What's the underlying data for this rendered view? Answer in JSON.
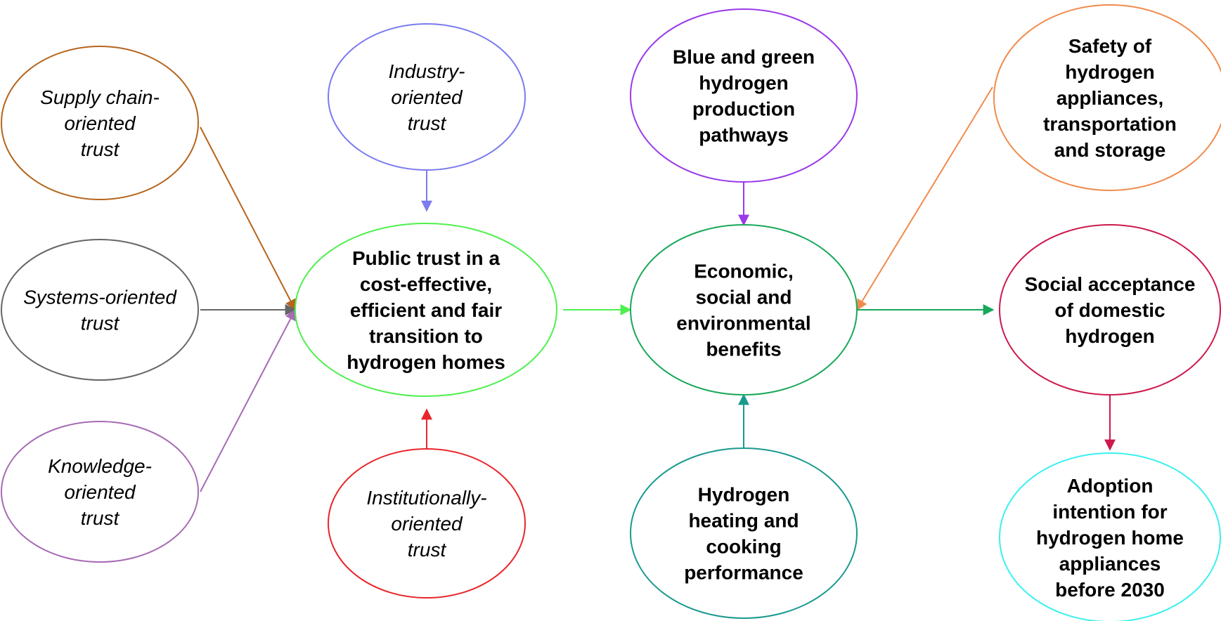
{
  "nodes": [
    {
      "id": "supply_chain",
      "lines": [
        "Supply chain-",
        "oriented",
        "trust"
      ],
      "style": "italic",
      "color": "#b5651d"
    },
    {
      "id": "systems",
      "lines": [
        "Systems-oriented",
        "trust"
      ],
      "style": "italic",
      "color": "#666666"
    },
    {
      "id": "knowledge",
      "lines": [
        "Knowledge-",
        "oriented",
        "trust"
      ],
      "style": "italic",
      "color": "#a66bb3"
    },
    {
      "id": "industry",
      "lines": [
        "Industry-",
        "oriented",
        "trust"
      ],
      "style": "italic",
      "color": "#7b7bef"
    },
    {
      "id": "institutional",
      "lines": [
        "Institutionally-",
        "oriented",
        "trust"
      ],
      "style": "italic",
      "color": "#e8262b"
    },
    {
      "id": "public_trust",
      "lines": [
        "Public trust in a",
        "cost-effective,",
        "efficient and fair",
        "transition to",
        "hydrogen homes"
      ],
      "style": "bold",
      "color": "#4ef04e"
    },
    {
      "id": "production",
      "lines": [
        "Blue and green",
        "hydrogen",
        "production",
        "pathways"
      ],
      "style": "bold",
      "color": "#9a3ae8"
    },
    {
      "id": "benefits",
      "lines": [
        "Economic,",
        "social and",
        "environmental",
        "benefits"
      ],
      "style": "bold",
      "color": "#18a85a"
    },
    {
      "id": "heating",
      "lines": [
        "Hydrogen",
        "heating and",
        "cooking",
        "performance"
      ],
      "style": "bold",
      "color": "#1a998f"
    },
    {
      "id": "safety",
      "lines": [
        "Safety of",
        "hydrogen",
        "appliances,",
        "transportation",
        "and storage"
      ],
      "style": "bold",
      "color": "#f08b4c"
    },
    {
      "id": "acceptance",
      "lines": [
        "Social acceptance",
        "of domestic",
        "hydrogen"
      ],
      "style": "bold",
      "color": "#cc1a4c"
    },
    {
      "id": "adoption",
      "lines": [
        "Adoption",
        "intention for",
        "hydrogen home",
        "appliances",
        "before 2030"
      ],
      "style": "bold",
      "color": "#3af0f0"
    }
  ],
  "edges": [
    {
      "from": "supply_chain",
      "to": "public_trust",
      "color": "#b5651d"
    },
    {
      "from": "systems",
      "to": "public_trust",
      "color": "#666666"
    },
    {
      "from": "knowledge",
      "to": "public_trust",
      "color": "#a66bb3"
    },
    {
      "from": "industry",
      "to": "public_trust",
      "color": "#7b7bef"
    },
    {
      "from": "institutional",
      "to": "public_trust",
      "color": "#e8262b"
    },
    {
      "from": "public_trust",
      "to": "benefits",
      "color": "#4ef04e"
    },
    {
      "from": "production",
      "to": "benefits",
      "color": "#9a3ae8"
    },
    {
      "from": "heating",
      "to": "benefits",
      "color": "#1a998f"
    },
    {
      "from": "safety",
      "to": "benefits",
      "color": "#f08b4c"
    },
    {
      "from": "benefits",
      "to": "acceptance",
      "color": "#18a85a"
    },
    {
      "from": "acceptance",
      "to": "adoption",
      "color": "#cc1a4c"
    }
  ]
}
